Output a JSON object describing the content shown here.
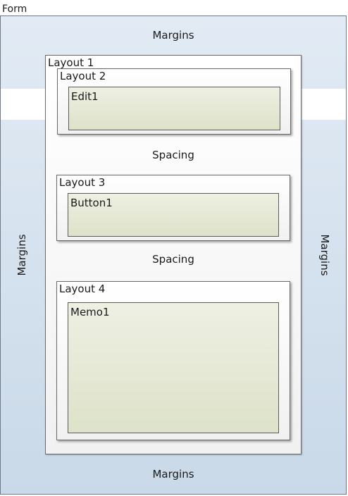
{
  "form": {
    "title": "Form",
    "margins": {
      "top": "Margins",
      "bottom": "Margins",
      "left": "Margins",
      "right": "Margins"
    }
  },
  "layouts": [
    {
      "label": "Layout 1"
    },
    {
      "label": "Layout 2",
      "control": "Edit1"
    },
    {
      "label": "Layout 3",
      "control": "Button1"
    },
    {
      "label": "Layout 4",
      "control": "Memo1"
    }
  ],
  "spacing": [
    "Spacing",
    "Spacing"
  ],
  "colors": {
    "form_fill": "#d4e1ee",
    "control_fill": "#e4e8d4",
    "layout_fill": "#f6f6f6"
  }
}
